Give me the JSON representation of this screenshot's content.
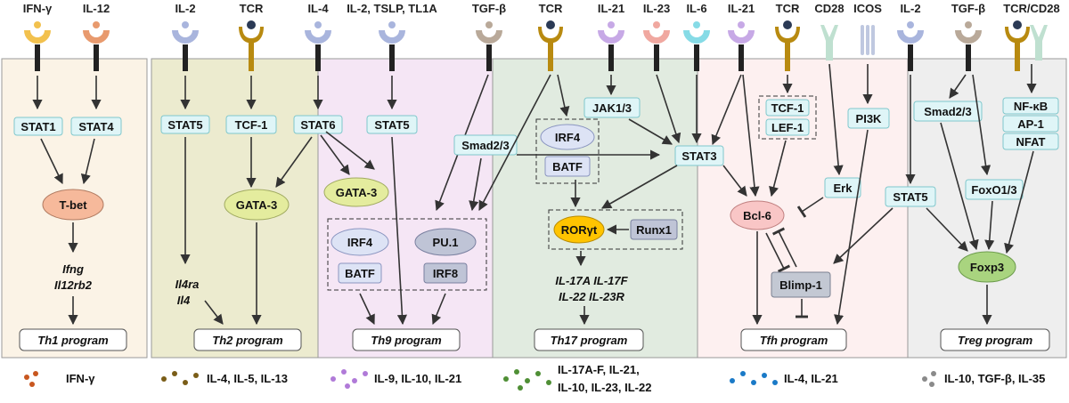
{
  "ligands": {
    "th1_a": "IFN-γ",
    "th1_b": "IL-12",
    "th2_a": "IL-2",
    "th2_b": "TCR",
    "th2_c": "IL-4",
    "th9_a": "IL-2, TSLP, TL1A",
    "th9_b": "TGF-β",
    "th17_a": "TCR",
    "th17_b": "IL-21",
    "th17_c": "IL-23",
    "th17_d": "IL-6",
    "tfh_a": "IL-21",
    "tfh_b": "TCR",
    "tfh_c": "CD28",
    "tfh_d": "ICOS",
    "treg_a": "IL-2",
    "treg_b": "TGF-β",
    "treg_c": "TCR/CD28"
  },
  "th1": {
    "stat1": "STAT1",
    "stat4": "STAT4",
    "tbet": "T-bet",
    "gene1": "Ifng",
    "gene2": "Il12rb2",
    "program": "Th1 program"
  },
  "th2": {
    "stat5": "STAT5",
    "tcf1": "TCF-1",
    "stat6": "STAT6",
    "gata3": "GATA-3",
    "gene1": "Il4ra",
    "gene2": "Il4",
    "program": "Th2 program"
  },
  "th9": {
    "stat5": "STAT5",
    "smad": "Smad2/3",
    "gata3": "GATA-3",
    "irf4": "IRF4",
    "pu1": "PU.1",
    "batf": "BATF",
    "irf8": "IRF8",
    "program": "Th9 program"
  },
  "th17": {
    "irf4": "IRF4",
    "batf": "BATF",
    "jak": "JAK1/3",
    "stat3": "STAT3",
    "rorgt": "RORγt",
    "runx1": "Runx1",
    "gene1": "IL-17A IL-17F",
    "gene2": "IL-22 IL-23R",
    "program": "Th17 program"
  },
  "tfh": {
    "tcf1": "TCF-1",
    "lef1": "LEF-1",
    "pi3k": "PI3K",
    "erk": "Erk",
    "bcl6": "Bcl-6",
    "blimp1": "Blimp-1",
    "program": "Tfh program"
  },
  "treg": {
    "stat5": "STAT5",
    "smad": "Smad2/3",
    "nfkb": "NF-κB",
    "ap1": "AP-1",
    "nfat": "NFAT",
    "foxo": "FoxO1/3",
    "foxp3": "Foxp3",
    "program": "Treg program"
  },
  "cytokines": {
    "th1": "IFN-γ",
    "th2": "IL-4, IL-5, IL-13",
    "th9": "IL-9, IL-10, IL-21",
    "th17_l1": "IL-17A-F, IL-21,",
    "th17_l2": "IL-10, IL-23, IL-22",
    "tfh": "IL-4, IL-21",
    "treg": "IL-10, TGF-β, IL-35"
  },
  "colors": {
    "th1_bg": "#fbf3e6",
    "th2_bg": "#ecebcf",
    "th9_bg": "#f5e6f5",
    "th17_bg": "#e1ebe0",
    "tfh_bg": "#fdf0f0",
    "treg_bg": "#eeeeee",
    "stat_box": "#dff5f7",
    "stat_border": "#7fc7cc",
    "tbet": "#f6b99b",
    "gata3": "#e4ec9e",
    "irf": "#dde3f5",
    "pu1": "#bfc4d6",
    "rorgt": "#ffc400",
    "bcl6": "#f9c6c6",
    "blimp1": "#c3c8d3",
    "foxp3": "#a9d47f",
    "cyt_th1": "#c8571f",
    "cyt_th2": "#7a5d18",
    "cyt_th9": "#b07ad8",
    "cyt_th17": "#4f8f35",
    "cyt_tfh": "#1a7ac7",
    "cyt_treg": "#8a8a8a"
  }
}
